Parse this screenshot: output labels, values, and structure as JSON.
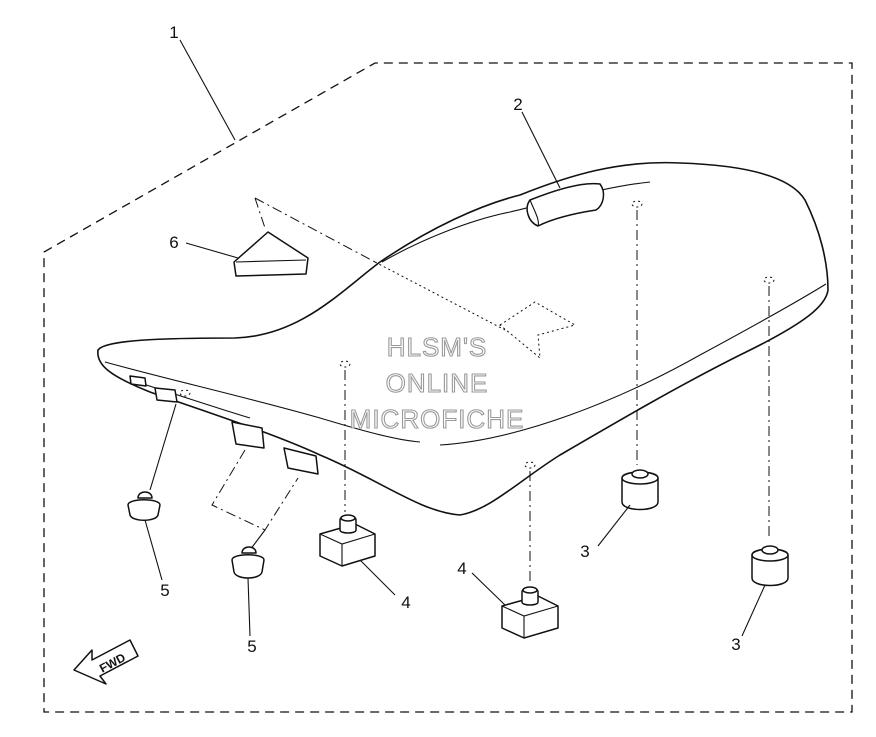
{
  "callouts": {
    "c1": "1",
    "c2": "2",
    "c3a": "3",
    "c3b": "3",
    "c4a": "4",
    "c4b": "4",
    "c5a": "5",
    "c5b": "5",
    "c6": "6"
  },
  "watermark": {
    "line1": "HLSM'S",
    "line2": "ONLINE",
    "line3": "MICROFICHE"
  },
  "fwd_label": "FWD"
}
